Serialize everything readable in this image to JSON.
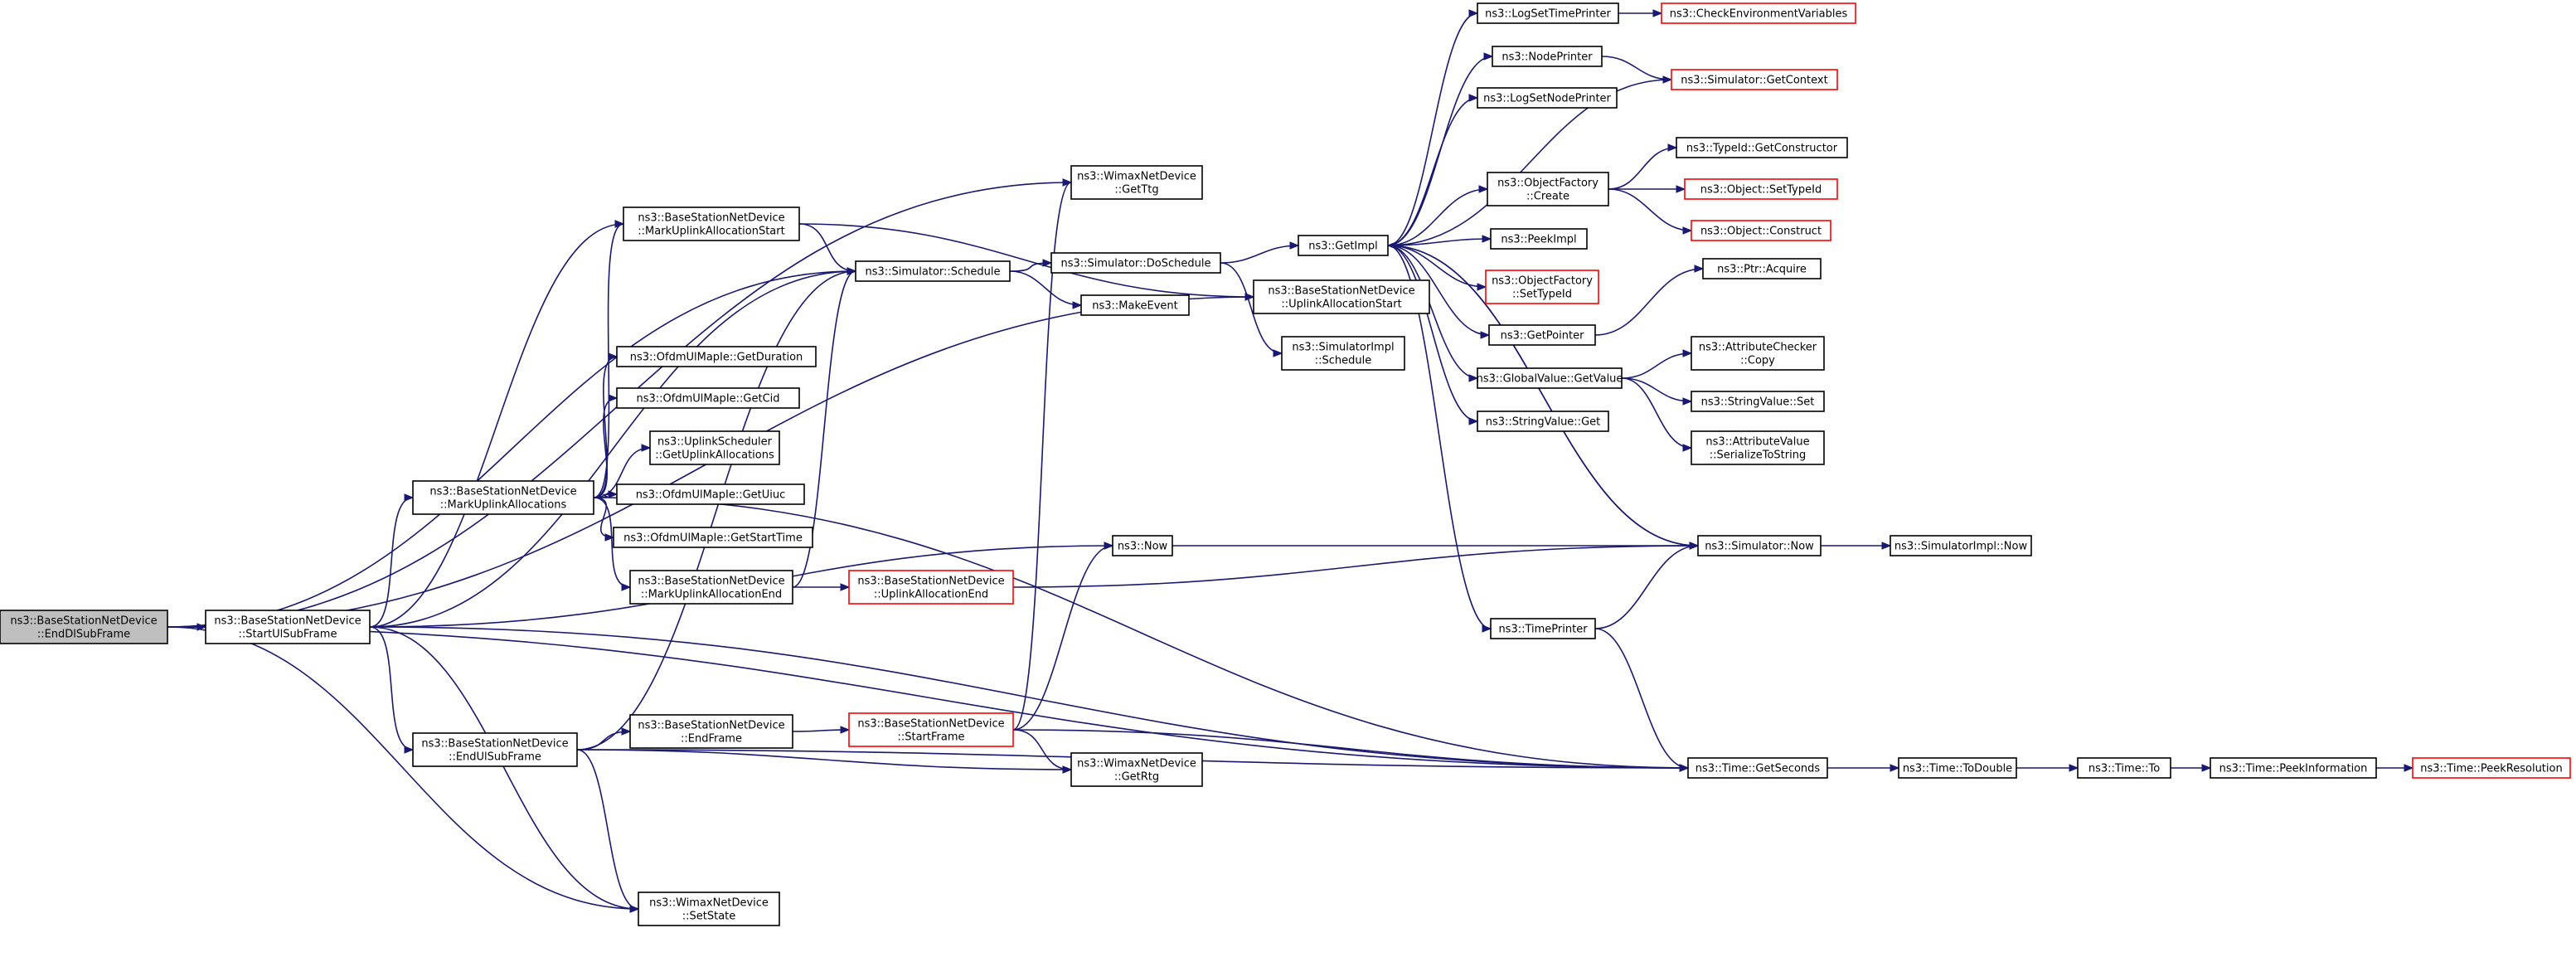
{
  "title": "",
  "nodes": [
    {
      "id": "n0",
      "lines": [
        "ns3::BaseStationNetDevice",
        "::EndDlSubFrame"
      ],
      "style": "root"
    },
    {
      "id": "n1",
      "lines": [
        "ns3::BaseStationNetDevice",
        "::StartUlSubFrame"
      ],
      "style": "normal"
    },
    {
      "id": "n2",
      "lines": [
        "ns3::BaseStationNetDevice",
        "::MarkUplinkAllocationStart"
      ],
      "style": "normal"
    },
    {
      "id": "n3",
      "lines": [
        "ns3::BaseStationNetDevice",
        "::MarkUplinkAllocations"
      ],
      "style": "normal"
    },
    {
      "id": "n4",
      "lines": [
        "ns3::BaseStationNetDevice",
        "::EndUlSubFrame"
      ],
      "style": "normal"
    },
    {
      "id": "n5",
      "lines": [
        "ns3::Simulator::Schedule"
      ],
      "style": "normal"
    },
    {
      "id": "n6",
      "lines": [
        "ns3::OfdmUlMapIe::GetDuration"
      ],
      "style": "normal"
    },
    {
      "id": "n7",
      "lines": [
        "ns3::OfdmUlMapIe::GetCid"
      ],
      "style": "normal"
    },
    {
      "id": "n8",
      "lines": [
        "ns3::UplinkScheduler",
        "::GetUplinkAllocations"
      ],
      "style": "normal"
    },
    {
      "id": "n9",
      "lines": [
        "ns3::OfdmUlMapIe::GetUiuc"
      ],
      "style": "normal"
    },
    {
      "id": "n10",
      "lines": [
        "ns3::OfdmUlMapIe::GetStartTime"
      ],
      "style": "normal"
    },
    {
      "id": "n11",
      "lines": [
        "ns3::BaseStationNetDevice",
        "::MarkUplinkAllocationEnd"
      ],
      "style": "normal"
    },
    {
      "id": "n12",
      "lines": [
        "ns3::BaseStationNetDevice",
        "::EndFrame"
      ],
      "style": "normal"
    },
    {
      "id": "n13",
      "lines": [
        "ns3::WimaxNetDevice",
        "::SetState"
      ],
      "style": "normal"
    },
    {
      "id": "n14",
      "lines": [
        "ns3::WimaxNetDevice",
        "::GetTtg"
      ],
      "style": "normal"
    },
    {
      "id": "n15",
      "lines": [
        "ns3::Simulator::DoSchedule"
      ],
      "style": "normal"
    },
    {
      "id": "n16",
      "lines": [
        "ns3::MakeEvent"
      ],
      "style": "normal"
    },
    {
      "id": "n17",
      "lines": [
        "ns3::Now"
      ],
      "style": "normal"
    },
    {
      "id": "n18",
      "lines": [
        "ns3::BaseStationNetDevice",
        "::UplinkAllocationEnd"
      ],
      "style": "red"
    },
    {
      "id": "n19",
      "lines": [
        "ns3::BaseStationNetDevice",
        "::StartFrame"
      ],
      "style": "red"
    },
    {
      "id": "n20",
      "lines": [
        "ns3::WimaxNetDevice",
        "::GetRtg"
      ],
      "style": "normal"
    },
    {
      "id": "n21",
      "lines": [
        "ns3::GetImpl"
      ],
      "style": "normal"
    },
    {
      "id": "n22",
      "lines": [
        "ns3::BaseStationNetDevice",
        "::UplinkAllocationStart"
      ],
      "style": "normal"
    },
    {
      "id": "n23",
      "lines": [
        "ns3::SimulatorImpl",
        "::Schedule"
      ],
      "style": "normal"
    },
    {
      "id": "n24",
      "lines": [
        "ns3::LogSetTimePrinter"
      ],
      "style": "normal"
    },
    {
      "id": "n25",
      "lines": [
        "ns3::NodePrinter"
      ],
      "style": "normal"
    },
    {
      "id": "n26",
      "lines": [
        "ns3::LogSetNodePrinter"
      ],
      "style": "normal"
    },
    {
      "id": "n27",
      "lines": [
        "ns3::ObjectFactory",
        "::Create"
      ],
      "style": "normal"
    },
    {
      "id": "n28",
      "lines": [
        "ns3::PeekImpl"
      ],
      "style": "normal"
    },
    {
      "id": "n29",
      "lines": [
        "ns3::ObjectFactory",
        "::SetTypeId"
      ],
      "style": "red"
    },
    {
      "id": "n30",
      "lines": [
        "ns3::GetPointer"
      ],
      "style": "normal"
    },
    {
      "id": "n31",
      "lines": [
        "ns3::GlobalValue::GetValue"
      ],
      "style": "normal"
    },
    {
      "id": "n32",
      "lines": [
        "ns3::StringValue::Get"
      ],
      "style": "normal"
    },
    {
      "id": "n33",
      "lines": [
        "ns3::TimePrinter"
      ],
      "style": "normal"
    },
    {
      "id": "n34",
      "lines": [
        "ns3::Simulator::Now"
      ],
      "style": "normal"
    },
    {
      "id": "n35",
      "lines": [
        "ns3::Time::GetSeconds"
      ],
      "style": "normal"
    },
    {
      "id": "n36",
      "lines": [
        "ns3::CheckEnvironmentVariables"
      ],
      "style": "red"
    },
    {
      "id": "n37",
      "lines": [
        "ns3::Simulator::GetContext"
      ],
      "style": "red"
    },
    {
      "id": "n38",
      "lines": [
        "ns3::TypeId::GetConstructor"
      ],
      "style": "normal"
    },
    {
      "id": "n39",
      "lines": [
        "ns3::Object::SetTypeId"
      ],
      "style": "red"
    },
    {
      "id": "n40",
      "lines": [
        "ns3::Object::Construct"
      ],
      "style": "red"
    },
    {
      "id": "n41",
      "lines": [
        "ns3::Ptr::Acquire"
      ],
      "style": "normal"
    },
    {
      "id": "n42",
      "lines": [
        "ns3::AttributeChecker",
        "::Copy"
      ],
      "style": "normal"
    },
    {
      "id": "n43",
      "lines": [
        "ns3::StringValue::Set"
      ],
      "style": "normal"
    },
    {
      "id": "n44",
      "lines": [
        "ns3::AttributeValue",
        "::SerializeToString"
      ],
      "style": "normal"
    },
    {
      "id": "n45",
      "lines": [
        "ns3::SimulatorImpl::Now"
      ],
      "style": "normal"
    },
    {
      "id": "n46",
      "lines": [
        "ns3::Time::ToDouble"
      ],
      "style": "normal"
    },
    {
      "id": "n47",
      "lines": [
        "ns3::Time::To"
      ],
      "style": "normal"
    },
    {
      "id": "n48",
      "lines": [
        "ns3::Time::PeekInformation"
      ],
      "style": "normal"
    },
    {
      "id": "n49",
      "lines": [
        "ns3::Time::PeekResolution"
      ],
      "style": "red"
    }
  ],
  "edges": [
    [
      "n0",
      "n1"
    ],
    [
      "n0",
      "n5"
    ],
    [
      "n0",
      "n14"
    ],
    [
      "n0",
      "n22"
    ],
    [
      "n0",
      "n13"
    ],
    [
      "n0",
      "n35"
    ],
    [
      "n1",
      "n2"
    ],
    [
      "n1",
      "n3"
    ],
    [
      "n1",
      "n4"
    ],
    [
      "n1",
      "n5"
    ],
    [
      "n1",
      "n17"
    ],
    [
      "n1",
      "n13"
    ],
    [
      "n1",
      "n35"
    ],
    [
      "n2",
      "n5"
    ],
    [
      "n2",
      "n22"
    ],
    [
      "n3",
      "n2"
    ],
    [
      "n3",
      "n6"
    ],
    [
      "n3",
      "n7"
    ],
    [
      "n3",
      "n8"
    ],
    [
      "n3",
      "n9"
    ],
    [
      "n3",
      "n10"
    ],
    [
      "n3",
      "n11"
    ],
    [
      "n3",
      "n35"
    ],
    [
      "n11",
      "n5"
    ],
    [
      "n11",
      "n18"
    ],
    [
      "n4",
      "n5"
    ],
    [
      "n4",
      "n12"
    ],
    [
      "n4",
      "n20"
    ],
    [
      "n4",
      "n13"
    ],
    [
      "n4",
      "n35"
    ],
    [
      "n12",
      "n19"
    ],
    [
      "n19",
      "n14"
    ],
    [
      "n19",
      "n17"
    ],
    [
      "n19",
      "n20"
    ],
    [
      "n19",
      "n35"
    ],
    [
      "n5",
      "n15"
    ],
    [
      "n5",
      "n16"
    ],
    [
      "n15",
      "n21"
    ],
    [
      "n15",
      "n23"
    ],
    [
      "n17",
      "n34"
    ],
    [
      "n18",
      "n34"
    ],
    [
      "n21",
      "n24"
    ],
    [
      "n21",
      "n25"
    ],
    [
      "n21",
      "n26"
    ],
    [
      "n21",
      "n27"
    ],
    [
      "n21",
      "n28"
    ],
    [
      "n21",
      "n29"
    ],
    [
      "n21",
      "n30"
    ],
    [
      "n21",
      "n31"
    ],
    [
      "n21",
      "n32"
    ],
    [
      "n21",
      "n33"
    ],
    [
      "n21",
      "n34"
    ],
    [
      "n24",
      "n36"
    ],
    [
      "n25",
      "n37"
    ],
    [
      "n37",
      "n21"
    ],
    [
      "n27",
      "n38"
    ],
    [
      "n27",
      "n39"
    ],
    [
      "n27",
      "n40"
    ],
    [
      "n30",
      "n41"
    ],
    [
      "n31",
      "n42"
    ],
    [
      "n31",
      "n43"
    ],
    [
      "n31",
      "n44"
    ],
    [
      "n33",
      "n34"
    ],
    [
      "n33",
      "n35"
    ],
    [
      "n34",
      "n45"
    ],
    [
      "n34",
      "n21"
    ],
    [
      "n35",
      "n46"
    ],
    [
      "n46",
      "n47"
    ],
    [
      "n47",
      "n48"
    ],
    [
      "n48",
      "n49"
    ]
  ]
}
